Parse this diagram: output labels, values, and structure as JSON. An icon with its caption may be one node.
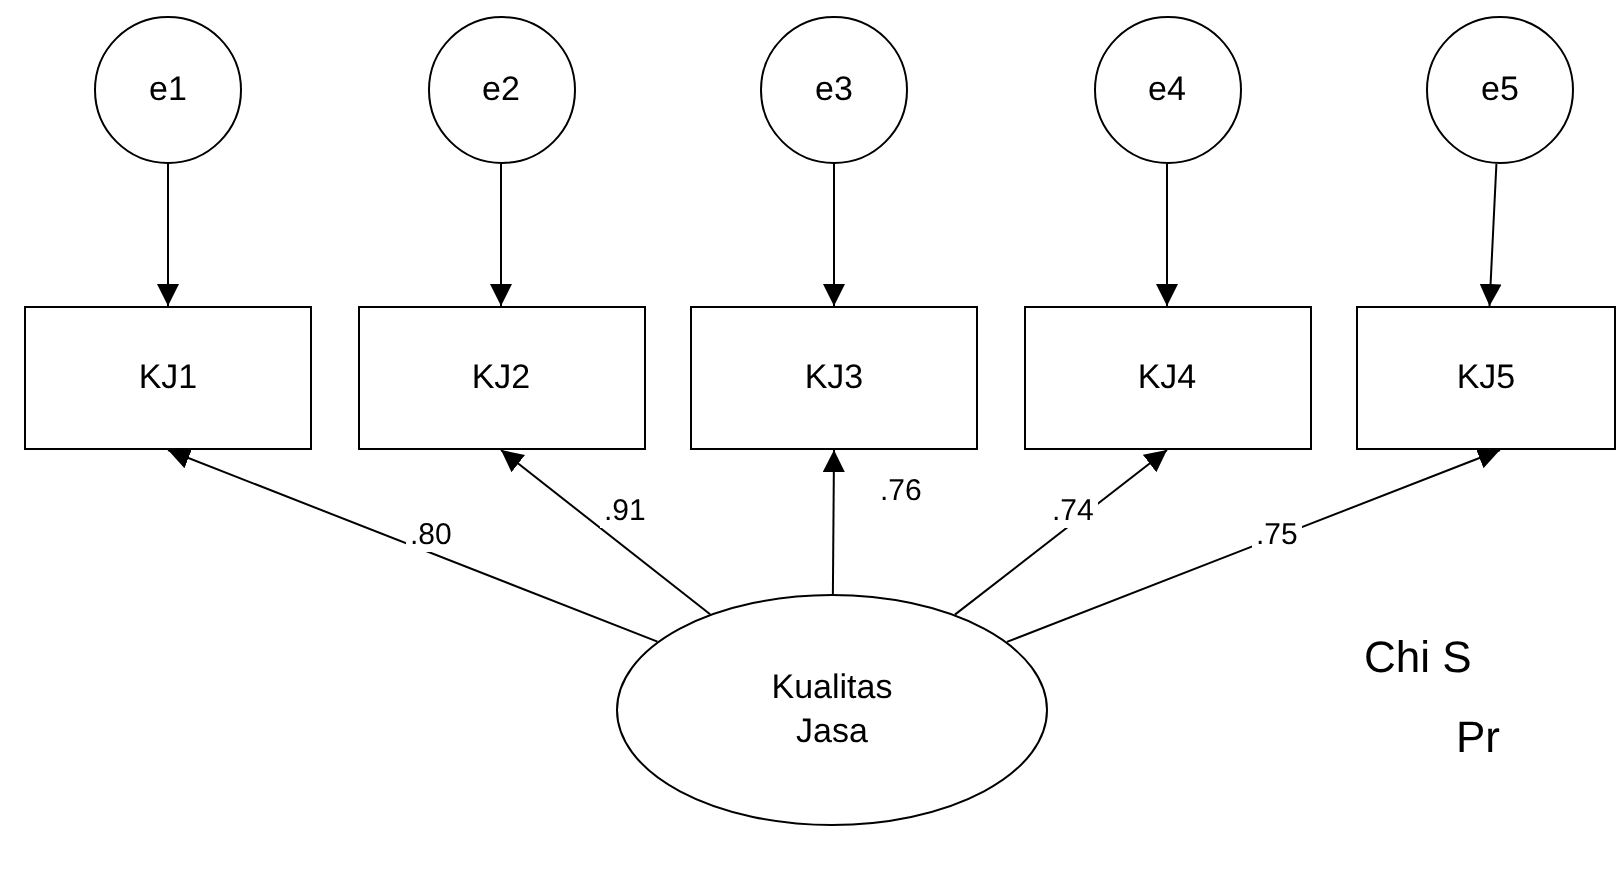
{
  "diagram": {
    "nodes": [
      {
        "text": [
          "e1"
        ]
      },
      {
        "text": [
          "e2"
        ]
      },
      {
        "text": [
          "e3"
        ]
      },
      {
        "text": [
          "e4"
        ]
      },
      {
        "text": [
          "e5"
        ]
      },
      {
        "text": [
          "KJ1"
        ]
      },
      {
        "text": [
          "KJ2"
        ]
      },
      {
        "text": [
          "KJ3"
        ]
      },
      {
        "text": [
          "KJ4"
        ]
      },
      {
        "text": [
          "KJ5"
        ]
      },
      {
        "text": [
          "Kualitas Jasa"
        ]
      }
    ],
    "edges": [
      {
        "from": 0,
        "to": 5,
        "arrow": "to"
      },
      {
        "from": 1,
        "to": 6,
        "arrow": "to"
      },
      {
        "from": 2,
        "to": 7,
        "arrow": "to"
      },
      {
        "from": 3,
        "to": 8,
        "arrow": "to"
      },
      {
        "from": 4,
        "to": 9,
        "arrow": "to"
      },
      {
        "from": 10,
        "to": 5,
        "arrow": "to",
        "label": ".80"
      },
      {
        "from": 10,
        "to": 6,
        "arrow": "to",
        "label": ".91"
      },
      {
        "from": 10,
        "to": 7,
        "arrow": "to",
        "label": ".76"
      },
      {
        "from": 10,
        "to": 8,
        "arrow": "to",
        "label": ".74"
      },
      {
        "from": 10,
        "to": 9,
        "arrow": "to",
        "label": ".75"
      }
    ],
    "labels": [
      "Chi S",
      "Pr"
    ]
  }
}
